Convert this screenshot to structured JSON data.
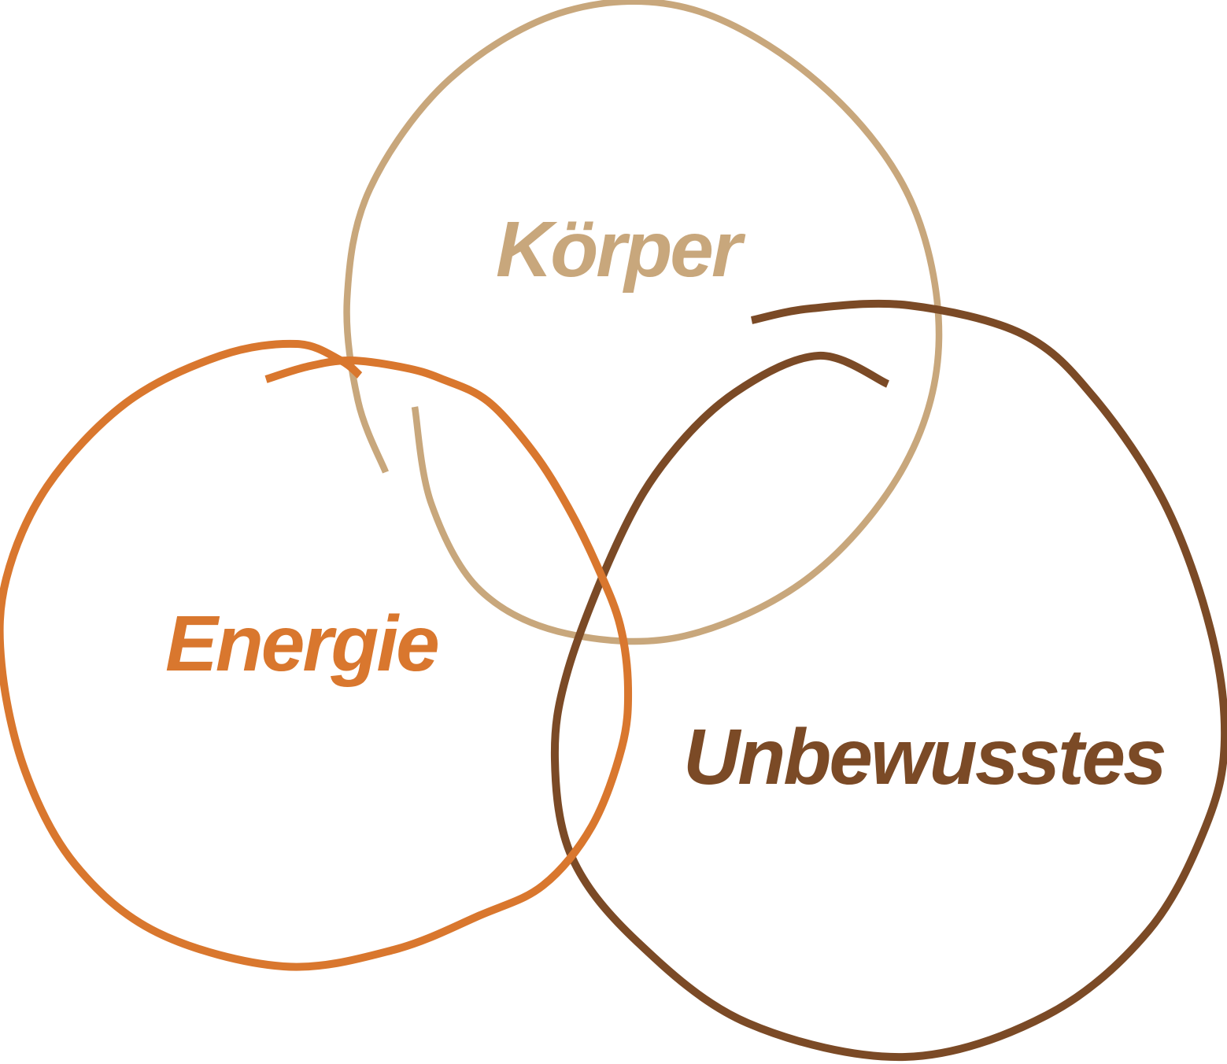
{
  "diagram": {
    "type": "venn-rings",
    "rings": [
      {
        "label": "Körper",
        "color": "#C8A77C"
      },
      {
        "label": "Energie",
        "color": "#D9772E"
      },
      {
        "label": "Unbewusstes",
        "color": "#7B4A26"
      }
    ]
  }
}
